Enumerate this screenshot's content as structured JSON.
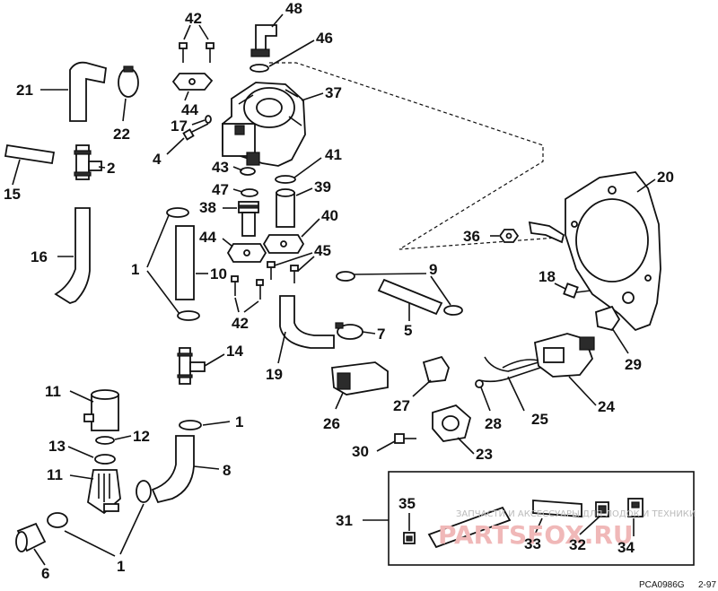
{
  "diagram": {
    "labels": {
      "n42a": "42",
      "n48": "48",
      "n46": "46",
      "n21": "21",
      "n44a": "44",
      "n37": "37",
      "n22": "22",
      "n17": "17",
      "n4": "4",
      "n2": "2",
      "n15": "15",
      "n43": "43",
      "n41": "41",
      "n47": "47",
      "n39": "39",
      "n38": "38",
      "n40": "40",
      "n20": "20",
      "n16": "16",
      "n44b": "44",
      "n45": "45",
      "n36": "36",
      "n1a": "1",
      "n10": "10",
      "n9": "9",
      "n18": "18",
      "n42b": "42",
      "n7": "7",
      "n5": "5",
      "n19": "19",
      "n14": "14",
      "n29": "29",
      "n11a": "11",
      "n1b": "1",
      "n12": "12",
      "n24": "24",
      "n27": "27",
      "n25": "25",
      "n26": "26",
      "n28": "28",
      "n13": "13",
      "n8": "8",
      "n23": "23",
      "n11b": "11",
      "n30": "30",
      "n35": "35",
      "n31": "31",
      "n33": "33",
      "n32": "32",
      "n34": "34",
      "n6": "6",
      "n1c": "1"
    },
    "watermark_small": "ЗАПЧАСТИ И АКСЕССУАРЫ ДЛЯ ЛОДОК И ТЕХНИКИ",
    "watermark_big": "PARTSFOX.RU",
    "part_code": "PCA0986G",
    "page_ref": "2-97"
  }
}
